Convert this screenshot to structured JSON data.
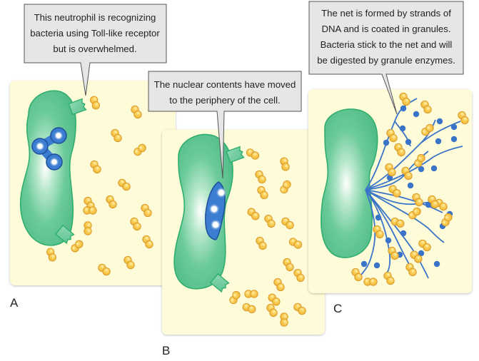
{
  "figure": {
    "panels": [
      {
        "id": "A",
        "label": "A",
        "callout": [
          "This neutrophil is recognizing",
          "bacteria using Toll-like receptor",
          "but is overwhelmed."
        ],
        "bacteria_count": 17
      },
      {
        "id": "B",
        "label": "B",
        "callout": [
          "The nuclear contents have moved",
          "to the periphery of the cell."
        ],
        "bacteria_count": 20
      },
      {
        "id": "C",
        "label": "C",
        "callout": [
          "The net is formed by strands of",
          "DNA and is coated in granules.",
          "Bacteria stick to the net and will",
          "be digested by granule enzymes."
        ],
        "bacteria_count": 24
      }
    ],
    "colors": {
      "panel_bg": "#fefbd8",
      "cell_fill": "#5cc391",
      "cell_stroke": "#2fae6e",
      "nucleus_fill": "#3b7dd0",
      "nucleus_stroke": "#1f4f99",
      "bacteria_fill": "#f7c549",
      "bacteria_stroke": "#d89a2a",
      "dna": "#3a74c9",
      "callout_fill": "#e6e6e6",
      "callout_stroke": "#555555"
    }
  }
}
